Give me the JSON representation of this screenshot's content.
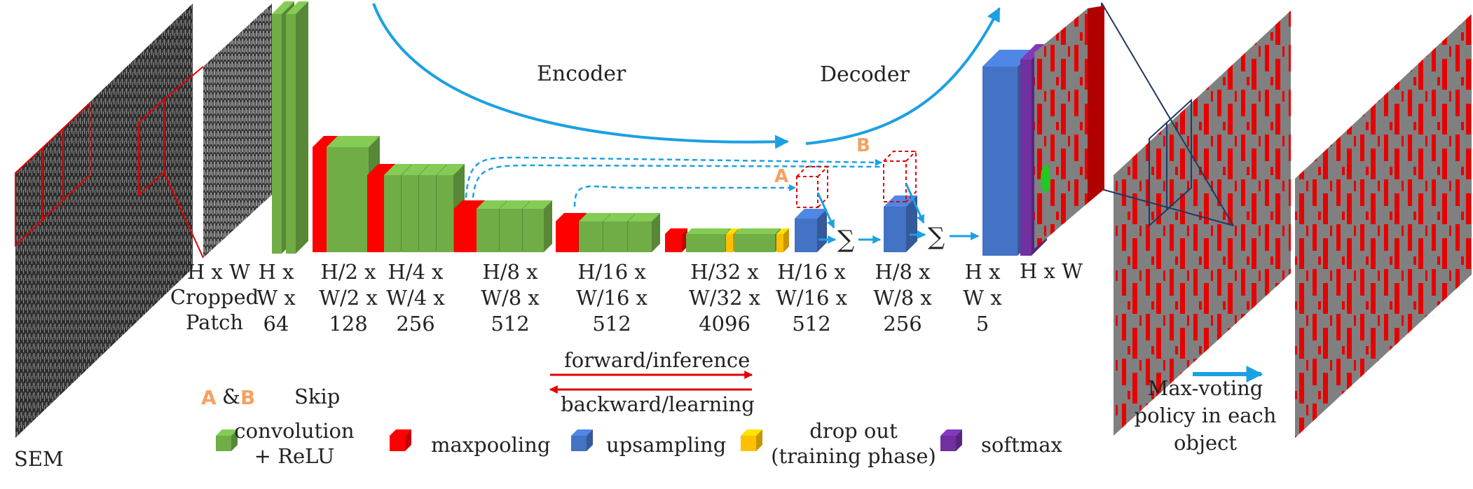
{
  "titles": {
    "encoder": "Encoder",
    "decoder": "Decoder"
  },
  "input": {
    "sem": "SEM",
    "patch": [
      "H x W",
      "Cropped",
      "Patch"
    ]
  },
  "layer_dims": [
    [
      "H x",
      "W x",
      "64"
    ],
    [
      "H/2 x",
      "W/2 x",
      "128"
    ],
    [
      "H/4 x",
      "W/4 x",
      "256"
    ],
    [
      "H/8 x",
      "W/8 x",
      "512"
    ],
    [
      "H/16 x",
      "W/16 x",
      "512"
    ],
    [
      "H/32 x",
      "W/32 x",
      "4096"
    ],
    [
      "H/16 x",
      "W/16 x",
      "512"
    ],
    [
      "H/8 x",
      "W/8 x",
      "256"
    ],
    [
      "H x",
      "W x",
      "5"
    ]
  ],
  "output_dim": "H x W",
  "skip": {
    "a": "A",
    "b": "B",
    "amp": "&",
    "label": "Skip"
  },
  "sum_symbol": "∑",
  "direction": {
    "forward": "forward/inference",
    "backward": "backward/learning"
  },
  "max_voting": [
    "Max-voting",
    "policy in each",
    "object"
  ],
  "legend": [
    {
      "label": [
        "convolution",
        "+ ReLU"
      ],
      "color": "#70ad47"
    },
    {
      "label": [
        "maxpooling"
      ],
      "color": "#ff0000"
    },
    {
      "label": [
        "upsampling"
      ],
      "color": "#4472c4"
    },
    {
      "label": [
        "drop out",
        "(training phase)"
      ],
      "color": "#ffc000"
    },
    {
      "label": [
        "softmax"
      ],
      "color": "#7030a0"
    }
  ],
  "colors": {
    "conv": "#70ad47",
    "pool": "#ff0000",
    "up": "#4472c4",
    "drop": "#ffc000",
    "softmax": "#7030a0",
    "arrow": "#1ba1e2",
    "skip_text": "#f4a261",
    "seg_gray": "#808080",
    "seg_red": "#e60000"
  }
}
